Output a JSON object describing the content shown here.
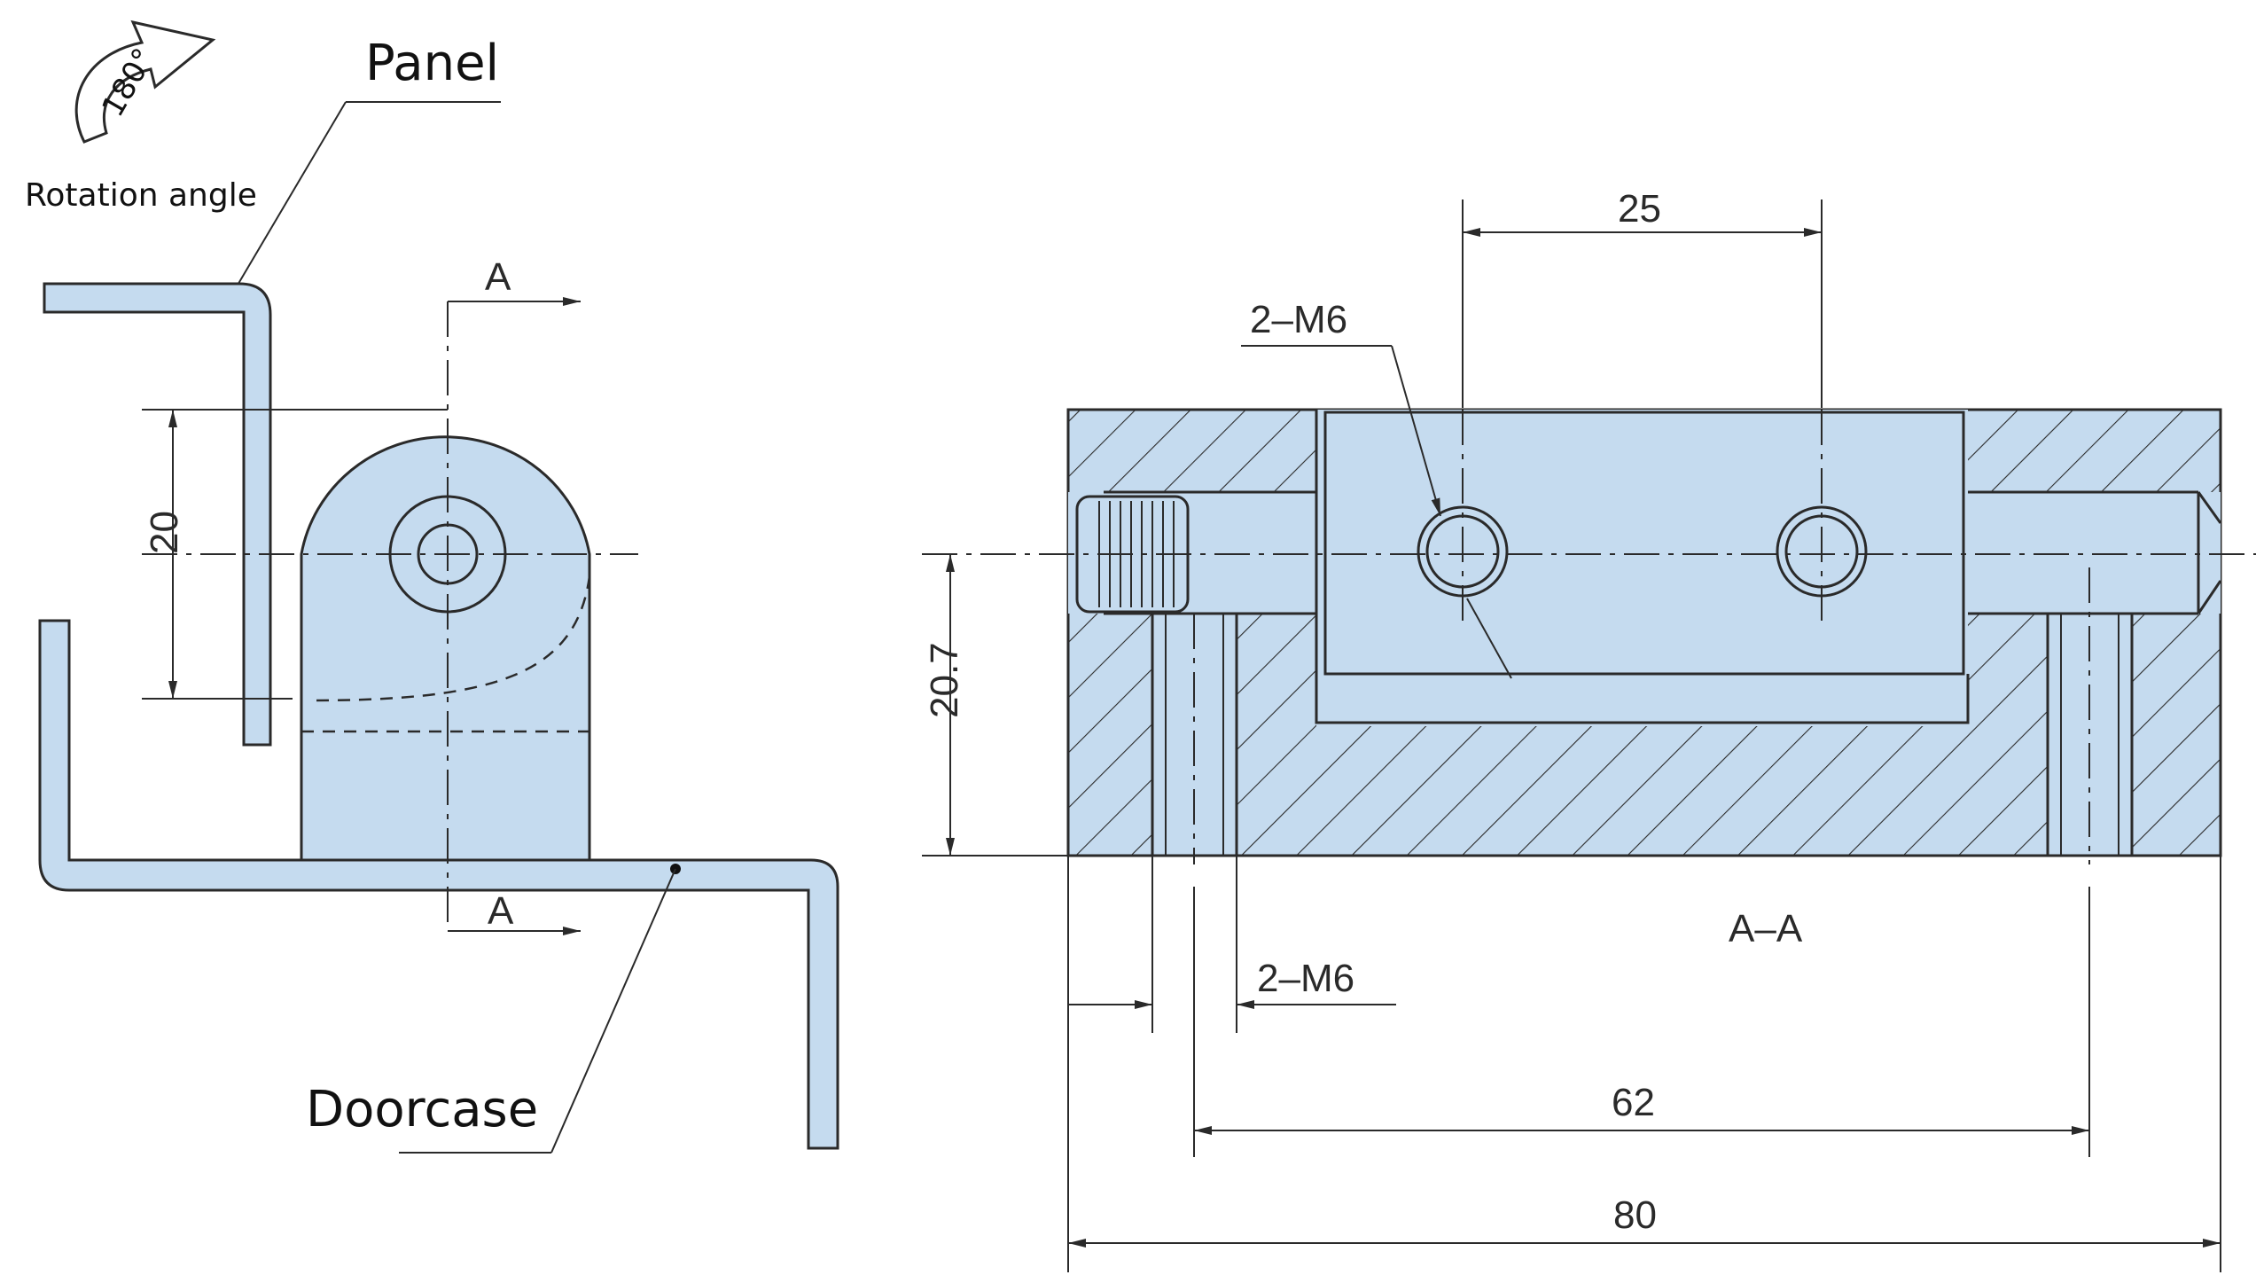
{
  "labels": {
    "panel": "Panel",
    "doorcase": "Doorcase",
    "rotation_angle": "Rotation angle",
    "angle_value": "180°",
    "section_mark": "A",
    "section_title": "A–A"
  },
  "dimensions": {
    "pivot_height": "20",
    "hole_spacing": "25",
    "thread_top": "2–M6",
    "thread_bottom": "2–M6",
    "section_height": "20.7",
    "hole_pitch": "62",
    "overall_length": "80"
  },
  "colors": {
    "part_fill": "#c5dbef",
    "line": "#2a2a2a"
  }
}
